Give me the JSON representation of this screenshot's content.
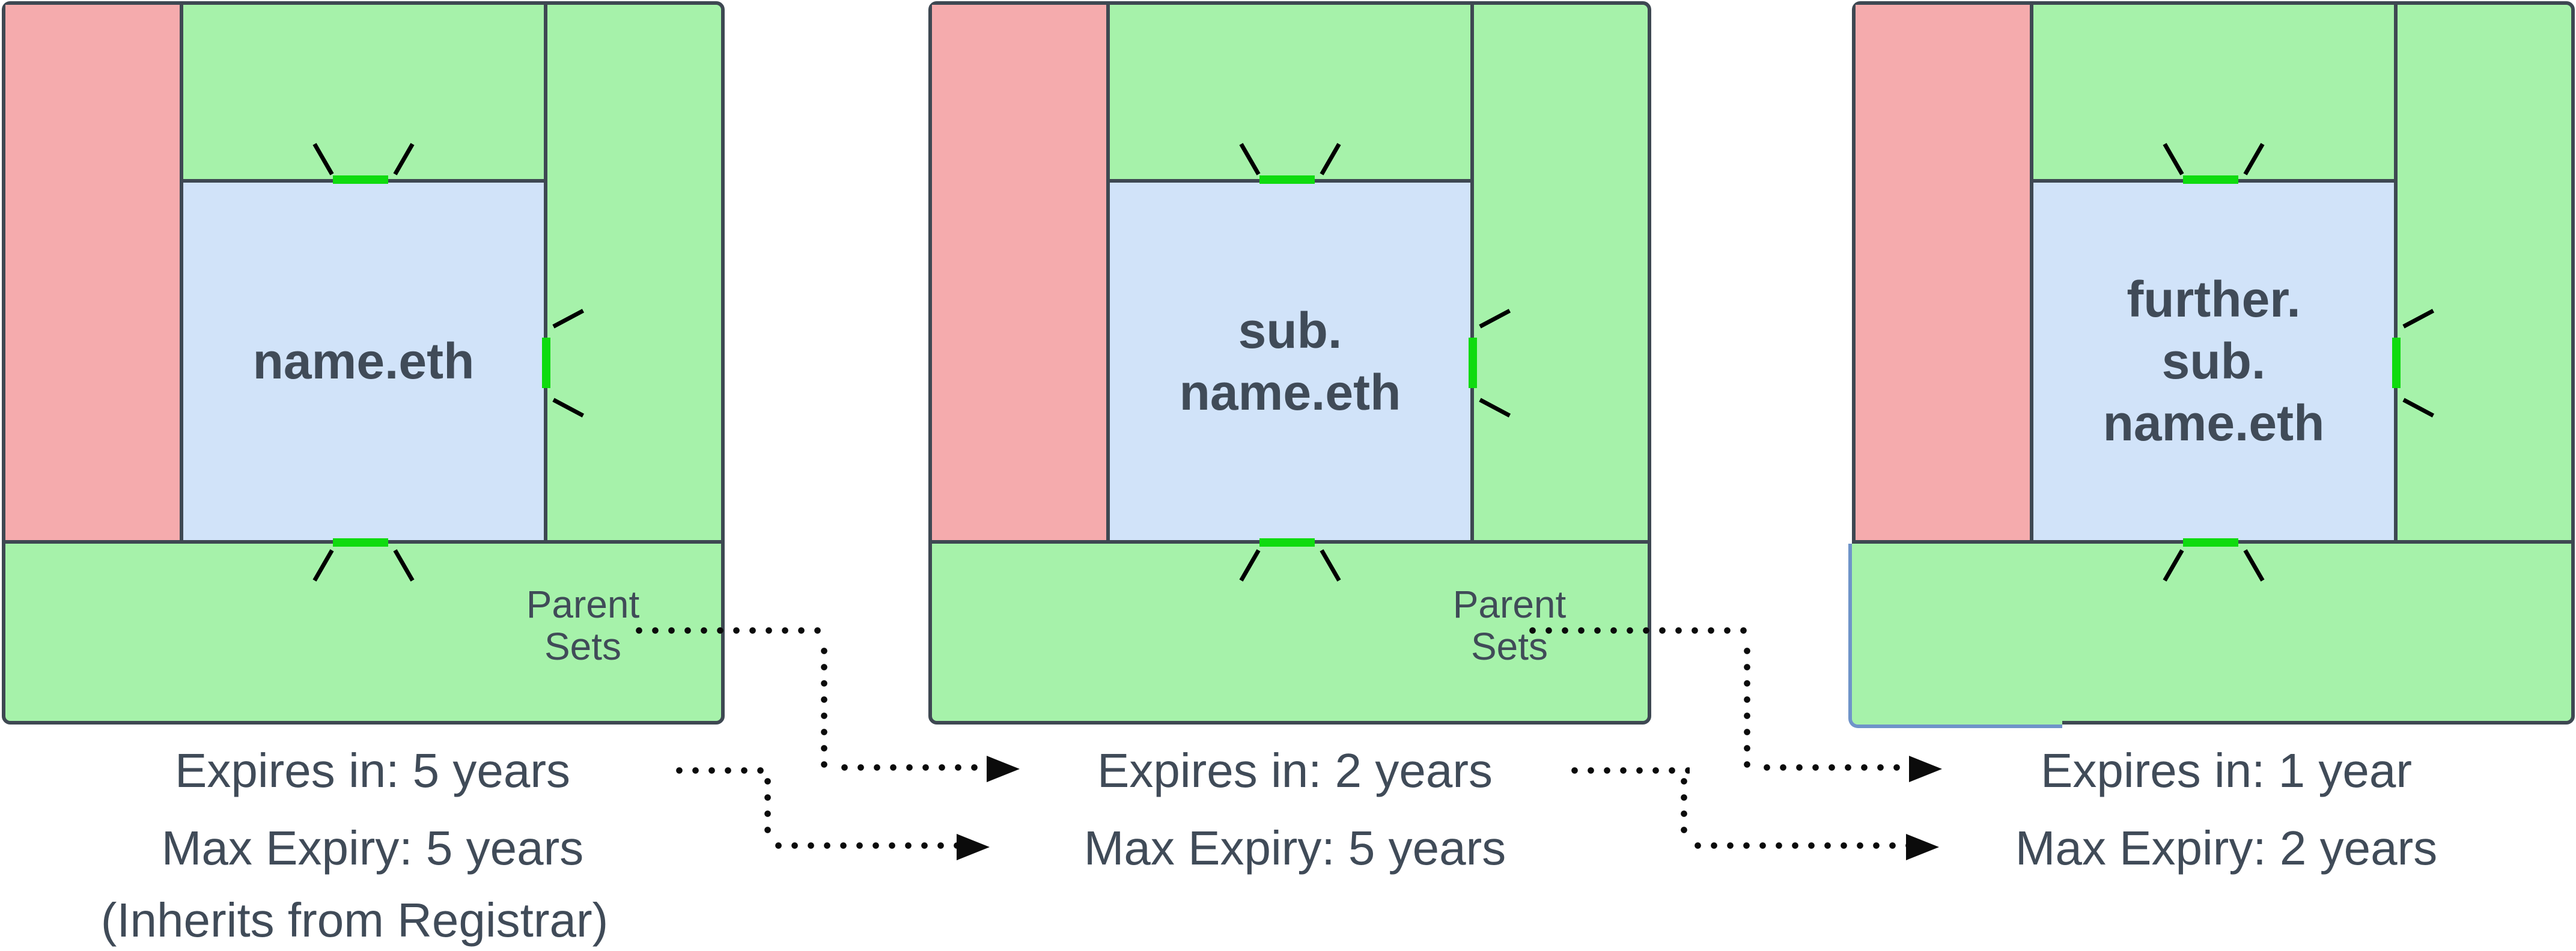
{
  "colors": {
    "region_green": "#a6f2aa",
    "region_pink": "#f5abad",
    "region_blue": "#d1e3f9",
    "tick_lime": "#0fdb0f",
    "shape_border": "#3e4852",
    "text": "#404b58",
    "ghost_outline_blue": "#6f94c9",
    "connector_black": "#0b0b0b"
  },
  "boxes": [
    {
      "name": "name.eth",
      "parent_label": "Parent\nSets"
    },
    {
      "name": "sub.\nname.eth",
      "parent_label": "Parent\nSets"
    },
    {
      "name": "further.\nsub.\nname.eth",
      "parent_label": ""
    }
  ],
  "captions": [
    {
      "expires": "Expires in: 5 years",
      "max_expiry": "Max Expiry: 5 years",
      "note": "(Inherits from Registrar)"
    },
    {
      "expires": "Expires in: 2 years",
      "max_expiry": "Max Expiry: 5 years",
      "note": ""
    },
    {
      "expires": "Expires in: 1 year",
      "max_expiry": "Max Expiry: 2 years",
      "note": ""
    }
  ]
}
